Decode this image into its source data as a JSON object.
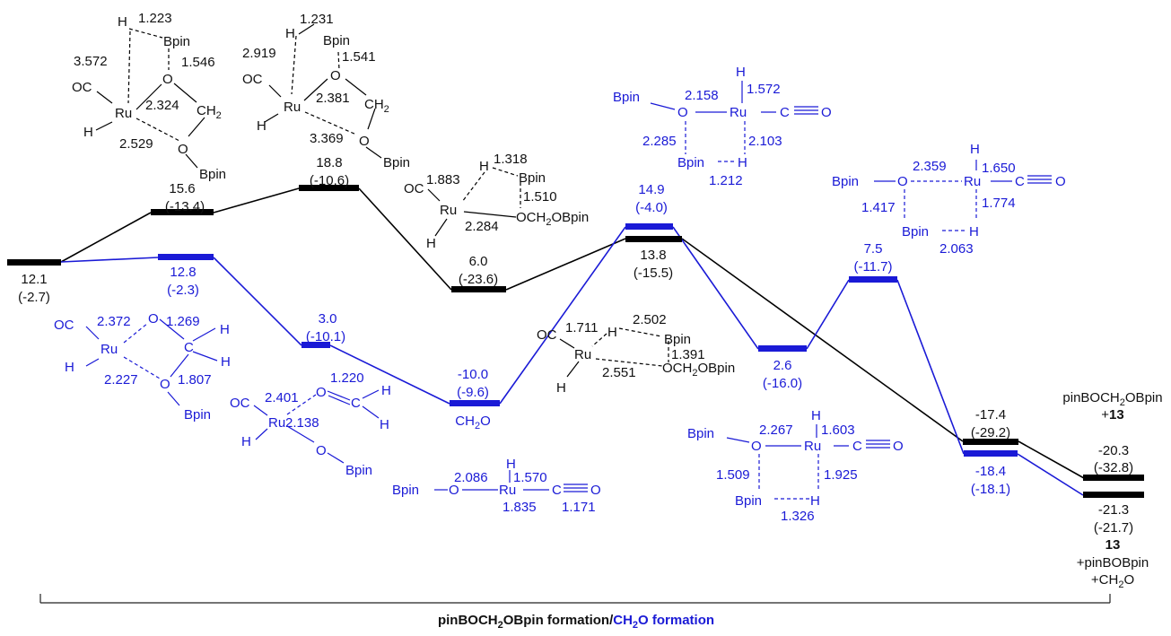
{
  "colors": {
    "black_path": "#000000",
    "blue_path": "#1a1ad6",
    "text": "#111111"
  },
  "axis_caption": {
    "black_part": "pinBOCH",
    "black_sub": "2",
    "black_tail": "OBpin formation/",
    "blue_part": "CH",
    "blue_sub": "2",
    "blue_tail": "O formation"
  },
  "levels": {
    "black": [
      {
        "id": "k1",
        "energy": "12.1",
        "paren": "(-2.7)"
      },
      {
        "id": "k2",
        "energy": "15.6",
        "paren": "(-13.4)"
      },
      {
        "id": "k3",
        "energy": "18.8",
        "paren": "(-10.6)"
      },
      {
        "id": "k4",
        "energy": "6.0",
        "paren": "(-23.6)"
      },
      {
        "id": "k5",
        "energy": "13.8",
        "paren": "(-15.5)"
      },
      {
        "id": "k6",
        "energy": "-17.4",
        "paren": "(-29.2)"
      },
      {
        "id": "k7",
        "energy": "-20.3",
        "paren": "(-32.8)"
      }
    ],
    "blue": [
      {
        "id": "b1",
        "energy": "12.8",
        "paren": "(-2.3)"
      },
      {
        "id": "b2",
        "energy": "3.0",
        "paren": "(-10.1)"
      },
      {
        "id": "b3",
        "energy": "-10.0",
        "paren": "(-9.6)",
        "extra": "CH",
        "extra_sub": "2",
        "extra_tail": "O"
      },
      {
        "id": "b4",
        "energy": "14.9",
        "paren": "(-4.0)"
      },
      {
        "id": "b5",
        "energy": "2.6",
        "paren": "(-16.0)"
      },
      {
        "id": "b6",
        "energy": "7.5",
        "paren": "(-11.7)"
      },
      {
        "id": "b7",
        "energy": "-18.4",
        "paren": "(-18.1)"
      },
      {
        "id": "b8",
        "energy": "-21.3",
        "paren": "(-21.7)"
      }
    ]
  },
  "products": {
    "black_line1": "pinBOCH",
    "black_line1_sub": "2",
    "black_line1_tail": "OBpin",
    "black_line2_plus": "+",
    "black_line2_num": "13",
    "blue_num": "13",
    "blue_line2": "+pinBOBpin",
    "blue_line3": "+CH",
    "blue_line3_sub": "2",
    "blue_line3_tail": "O"
  },
  "structures": {
    "s1": {
      "h": "H",
      "d1": "1.223",
      "bpin1": "Bpin",
      "d2": "3.572",
      "d3": "1.546",
      "oc": "OC",
      "o1": "O",
      "ru": "Ru",
      "d4": "2.324",
      "ch": "CH",
      "ch_sub": "2",
      "h2": "H",
      "d5": "2.529",
      "o2": "O",
      "bpin2": "Bpin"
    },
    "s2": {
      "h": "H",
      "d1": "1.231",
      "bpin1": "Bpin",
      "d2": "2.919",
      "d3": "1.541",
      "oc": "OC",
      "o1": "O",
      "ru": "Ru",
      "ch": "CH",
      "ch_sub": "2",
      "d4": "2.381",
      "h2": "H",
      "d5": "3.369",
      "o2": "O",
      "bpin2": "Bpin"
    },
    "s3": {
      "h": "H",
      "d1": "1.318",
      "bpin": "Bpin",
      "oc": "OC",
      "d2": "1.883",
      "d3": "1.510",
      "ru": "Ru",
      "d4": "2.284",
      "och": "OCH",
      "och_sub": "2",
      "och_tail": "OBpin",
      "h2": "H"
    },
    "s4": {
      "h": "H",
      "d1": "2.502",
      "bpin": "Bpin",
      "oc": "OC",
      "d2": "1.711",
      "d3": "1.391",
      "ru": "Ru",
      "d4": "2.551",
      "och": "OCH",
      "och_sub": "2",
      "och_tail": "OBpin",
      "h2": "H"
    },
    "s5": {
      "oc": "OC",
      "d1": "2.372",
      "o1": "O",
      "d2": "1.269",
      "h1": "H",
      "ru": "Ru",
      "c": "C",
      "h2": "H",
      "d3": "2.227",
      "o2": "O",
      "d4": "1.807",
      "h3": "H",
      "bpin": "Bpin"
    },
    "s6": {
      "d1": "1.220",
      "oc": "OC",
      "d2": "2.401",
      "o": "O",
      "c": "C",
      "h1": "H",
      "ru": "Ru",
      "d3": "2.138",
      "h2": "H",
      "h3": "H",
      "o2": "O",
      "bpin": "Bpin"
    },
    "s7": {
      "h": "H",
      "bpin": "Bpin",
      "o": "O",
      "d1": "2.086",
      "ru": "Ru",
      "d2": "1.570",
      "c": "C",
      "o2": "O",
      "d3": "1.835",
      "d4": "1.171"
    },
    "s8": {
      "h": "H",
      "bpin": "Bpin",
      "o": "O",
      "d1": "2.158",
      "ru": "Ru",
      "d2": "1.572",
      "c": "C",
      "o2": "O",
      "d3": "2.285",
      "d4": "2.103",
      "bpin2": "Bpin",
      "h2": "H",
      "d5": "1.212"
    },
    "s9": {
      "h": "H",
      "d1": "1.650",
      "bpin": "Bpin",
      "o": "O",
      "d2": "2.359",
      "ru": "Ru",
      "c": "C",
      "o2": "O",
      "d3": "1.417",
      "d4": "1.774",
      "bpin2": "Bpin",
      "h2": "H",
      "d5": "2.063"
    },
    "s10": {
      "h": "H",
      "bpin": "Bpin",
      "o": "O",
      "d1": "2.267",
      "ru": "Ru",
      "d2": "1.603",
      "c": "C",
      "o2": "O",
      "d3": "1.509",
      "d4": "1.925",
      "bpin2": "Bpin",
      "h2": "H",
      "d5": "1.326"
    }
  }
}
